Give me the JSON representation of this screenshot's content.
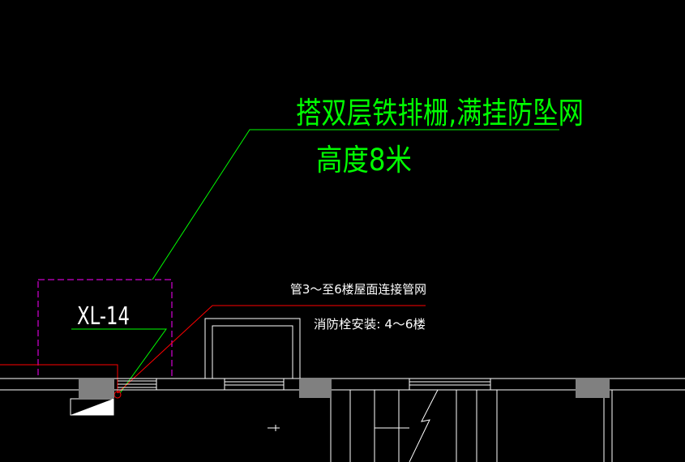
{
  "annotations": {
    "main_note_line1": "搭双层铁排栅,满挂防坠网",
    "main_note_line2": "高度8米",
    "tag_label": "XL-14",
    "pipe_note": "管3～至6楼屋面连接管网",
    "hydrant_note": "消防栓安装: 4～6楼"
  },
  "colors": {
    "background": "#000000",
    "green": "#00ff00",
    "red": "#ff0000",
    "magenta": "#ff00ff",
    "white": "#ffffff",
    "gray": "#808080"
  }
}
